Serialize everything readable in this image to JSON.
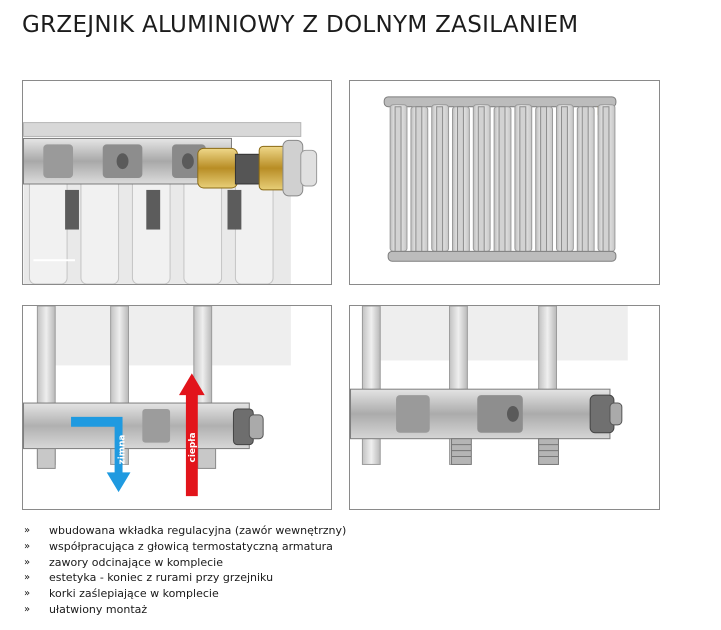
{
  "title": "GRZEJNIK ALUMINIOWY Z DOLNYM ZASILANIEM",
  "bullet_glyph": "»",
  "features": [
    "wbudowana wkładka regulacyjna (zawór wewnętrzny)",
    "współpracująca z głowicą termostatyczną armatura",
    "zawory odcinające w komplecie",
    "estetyka - koniec z rurami przy grzejniku",
    "korki zaślepiające w komplecie",
    "ułatwiony montaż"
  ],
  "flow_labels": {
    "cold": "zimna",
    "warm": "ciepła"
  },
  "colors": {
    "cold_arrow": "#1f9ae0",
    "warm_arrow": "#e2141b",
    "brass": "#c9a23a"
  }
}
